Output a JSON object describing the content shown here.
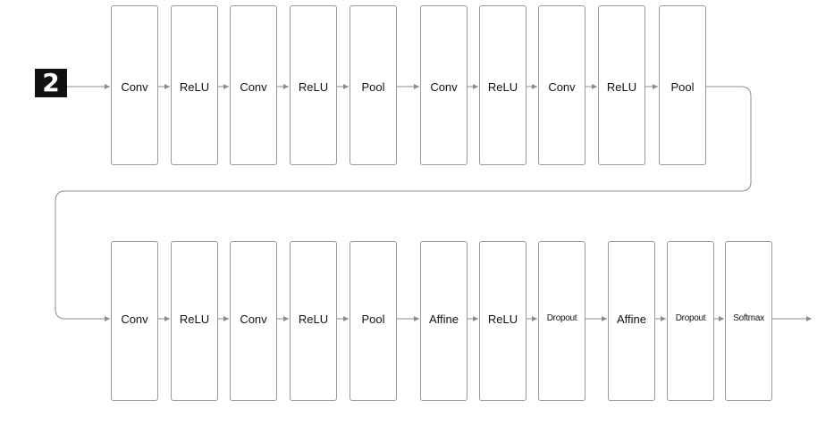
{
  "input": {
    "digit": "2"
  },
  "rows": [
    {
      "layers": [
        "Conv",
        "ReLU",
        "Conv",
        "ReLU",
        "Pool",
        "Conv",
        "ReLU",
        "Conv",
        "ReLU",
        "Pool"
      ]
    },
    {
      "layers": [
        "Conv",
        "ReLU",
        "Conv",
        "ReLU",
        "Pool",
        "Affine",
        "ReLU",
        "Dropout",
        "Affine",
        "Dropout",
        "Softmax"
      ]
    }
  ],
  "colors": {
    "box_border": "#9a9a9a",
    "arrow": "#8c8c8c",
    "text": "#111111",
    "digit_bg": "#111111"
  }
}
